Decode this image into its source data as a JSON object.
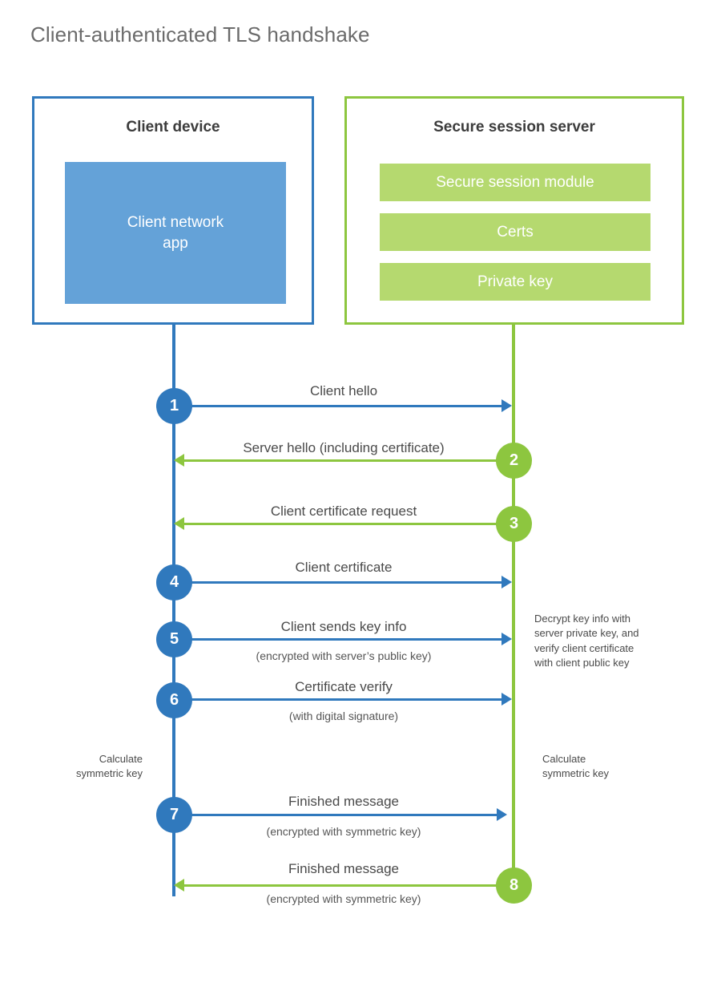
{
  "title": "Client-authenticated TLS handshake",
  "colors": {
    "client_blue": "#3079BD",
    "client_app_fill": "#64A2D8",
    "server_green": "#8DC63F",
    "server_block_fill": "#B5D96F",
    "title_gray": "#6b6b6b",
    "text_gray": "#4a4a4a",
    "background": "#ffffff"
  },
  "client": {
    "title": "Client device",
    "app_label": "Client network\napp"
  },
  "server": {
    "title": "Secure session server",
    "blocks": [
      {
        "label": "Secure session module"
      },
      {
        "label": "Certs"
      },
      {
        "label": "Private key"
      }
    ]
  },
  "steps": [
    {
      "number": "1",
      "label": "Client hello",
      "sublabel": "",
      "direction": "client-to-server",
      "color": "blue"
    },
    {
      "number": "2",
      "label": "Server hello (including certificate)",
      "sublabel": "",
      "direction": "server-to-client",
      "color": "green"
    },
    {
      "number": "3",
      "label": "Client certificate request",
      "sublabel": "",
      "direction": "server-to-client",
      "color": "green"
    },
    {
      "number": "4",
      "label": "Client certificate",
      "sublabel": "",
      "direction": "client-to-server",
      "color": "blue"
    },
    {
      "number": "5",
      "label": "Client sends key info",
      "sublabel": "(encrypted with server’s public key)",
      "direction": "client-to-server",
      "color": "blue"
    },
    {
      "number": "6",
      "label": "Certificate verify",
      "sublabel": "(with digital signature)",
      "direction": "client-to-server",
      "color": "blue"
    },
    {
      "number": "7",
      "label": "Finished message",
      "sublabel": "(encrypted with symmetric key)",
      "direction": "client-to-server",
      "color": "blue"
    },
    {
      "number": "8",
      "label": "Finished message",
      "sublabel": "(encrypted with symmetric key)",
      "direction": "server-to-client",
      "color": "green"
    }
  ],
  "notes": {
    "server_decrypt": "Decrypt key info with\nserver private key, and\nverify client certificate\nwith client public key",
    "client_calculate": "Calculate\nsymmetric key",
    "server_calculate": "Calculate\nsymmetric key"
  }
}
